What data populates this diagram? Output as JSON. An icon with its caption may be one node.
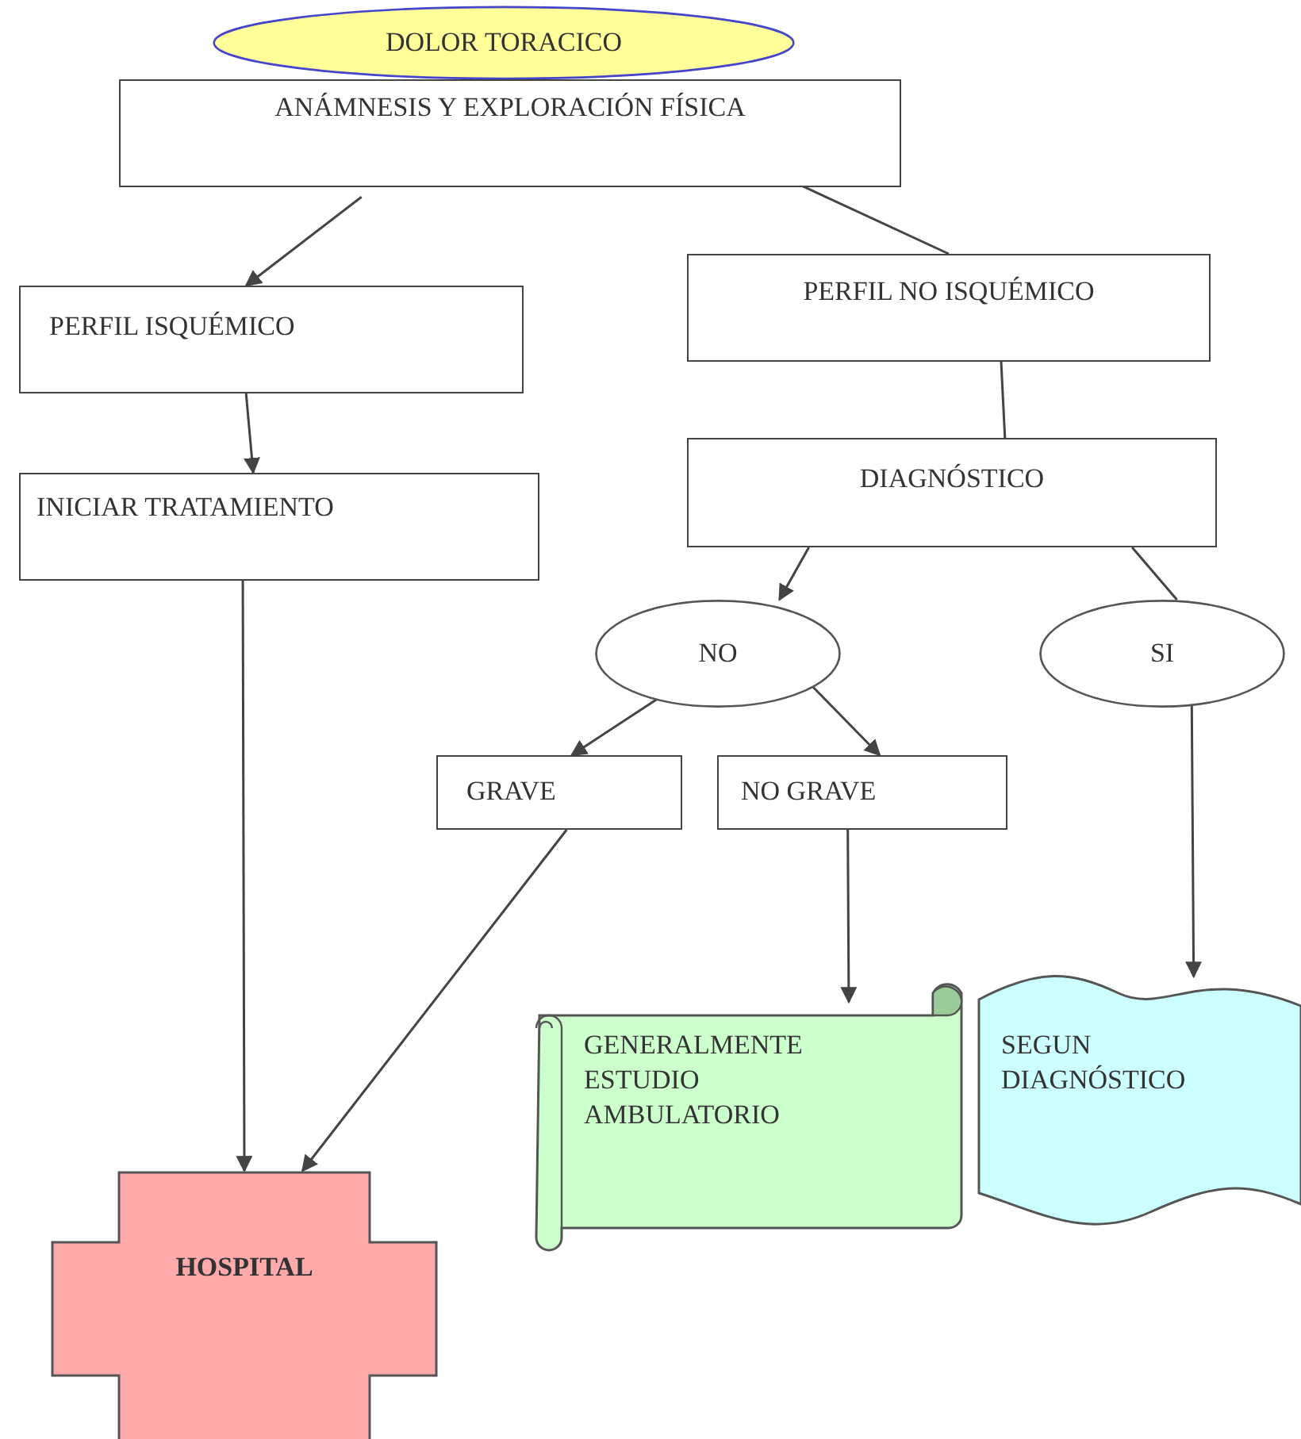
{
  "diagram": {
    "nodes": [
      {
        "text": [
          "DOLOR TORACICO"
        ]
      },
      {
        "text": [
          "ANÁMNESIS Y EXPLORACIÓN FÍSICA"
        ]
      },
      {
        "text": [
          "PERFIL ISQUÉMICO"
        ]
      },
      {
        "text": [
          "PERFIL NO ISQUÉMICO"
        ]
      },
      {
        "text": [
          "INICIAR TRATAMIENTO"
        ]
      },
      {
        "text": [
          "DIAGNÓSTICO"
        ]
      },
      {
        "text": [
          "NO"
        ]
      },
      {
        "text": [
          "SI"
        ]
      },
      {
        "text": [
          "GRAVE"
        ]
      },
      {
        "text": [
          "NO GRAVE"
        ]
      },
      {
        "text": [
          "GENERALMENTE ESTUDIO AMBULATORIO"
        ]
      },
      {
        "text": [
          "SEGUN DIAGNÓSTICO"
        ]
      },
      {
        "text": [
          "HOSPITAL"
        ]
      }
    ],
    "edges": [
      {
        "from": 1,
        "to": 2,
        "arrow": "to"
      },
      {
        "from": 1,
        "to": 3,
        "arrow": "none"
      },
      {
        "from": 2,
        "to": 4,
        "arrow": "to"
      },
      {
        "from": 3,
        "to": 5,
        "arrow": "none"
      },
      {
        "from": 5,
        "to": 6,
        "arrow": "to"
      },
      {
        "from": 5,
        "to": 7,
        "arrow": "none"
      },
      {
        "from": 6,
        "to": 8,
        "arrow": "to"
      },
      {
        "from": 6,
        "to": 9,
        "arrow": "to"
      },
      {
        "from": 4,
        "to": 12,
        "arrow": "to"
      },
      {
        "from": 8,
        "to": 12,
        "arrow": "to"
      },
      {
        "from": 9,
        "to": 10,
        "arrow": "to"
      },
      {
        "from": 7,
        "to": 11,
        "arrow": "to"
      }
    ]
  }
}
